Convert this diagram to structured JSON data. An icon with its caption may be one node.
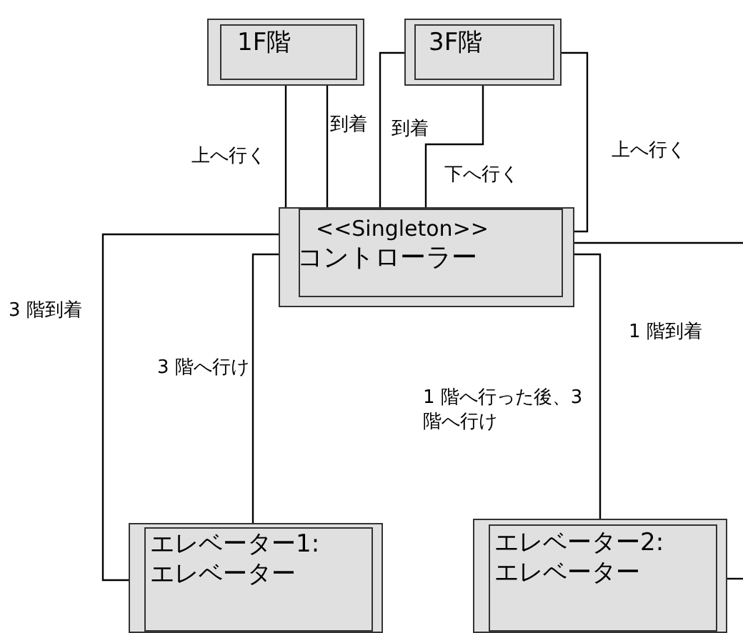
{
  "diagram": {
    "nodes": [
      {
        "text": [
          "1F階"
        ]
      },
      {
        "text": [
          "3F階"
        ]
      },
      {
        "text": [
          "<<Singleton>>",
          "コントローラー"
        ]
      },
      {
        "text": [
          "エレベーター1:エレベーター"
        ]
      },
      {
        "text": [
          "エレベーター2:エレベーター"
        ]
      }
    ],
    "edges": [
      {
        "from": 0,
        "to": 2,
        "arrow": "none",
        "label": "上へ行く"
      },
      {
        "from": 0,
        "to": 2,
        "arrow": "none",
        "label": "到着"
      },
      {
        "from": 1,
        "to": 2,
        "arrow": "none",
        "label": "到着"
      },
      {
        "from": 1,
        "to": 2,
        "arrow": "none",
        "label": "下へ行く"
      },
      {
        "from": 1,
        "to": 2,
        "arrow": "none",
        "label": "上へ行く"
      },
      {
        "from": 2,
        "to": null,
        "arrow": "none",
        "label": "1 階到着"
      },
      {
        "from": 2,
        "to": 3,
        "arrow": "none",
        "label": "3 階到着"
      },
      {
        "from": 2,
        "to": 3,
        "arrow": "none",
        "label": "3 階へ行け"
      },
      {
        "from": 2,
        "to": 4,
        "arrow": "none",
        "label": "1 階へ行った後、3 階へ行け"
      },
      {
        "from": 4,
        "to": null,
        "arrow": "none"
      }
    ]
  }
}
